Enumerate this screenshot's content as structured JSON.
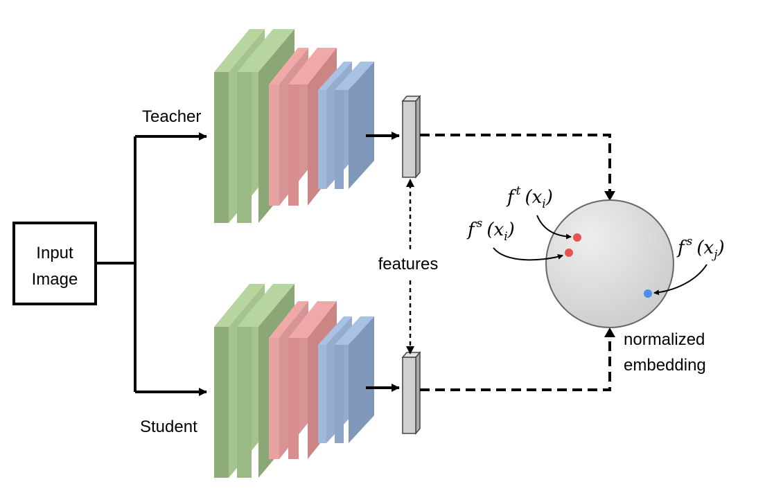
{
  "input_box": {
    "line1": "Input",
    "line2": "Image"
  },
  "branches": {
    "teacher": "Teacher",
    "student": "Student"
  },
  "features_label": "features",
  "embedding_label": {
    "line1": "normalized",
    "line2": "embedding"
  },
  "points": {
    "teacher_i": {
      "func": "f",
      "sup": "t",
      "arg": "x",
      "sub": "i",
      "color": "#e8524f"
    },
    "student_i": {
      "func": "f",
      "sup": "s",
      "arg": "x",
      "sub": "i",
      "color": "#e8524f"
    },
    "student_j": {
      "func": "f",
      "sup": "s",
      "arg": "x",
      "sub": "j",
      "color": "#4a8ef0"
    }
  },
  "colors": {
    "green_front": "#8fad7a",
    "green_side": "#b7d59f",
    "red_front": "#cb8585",
    "red_side": "#efa9a9",
    "blue_front": "#7f97b9",
    "blue_side": "#a9c1e2",
    "feature_bar": "#d0d0d0",
    "sphere": "#dcdcdc"
  }
}
